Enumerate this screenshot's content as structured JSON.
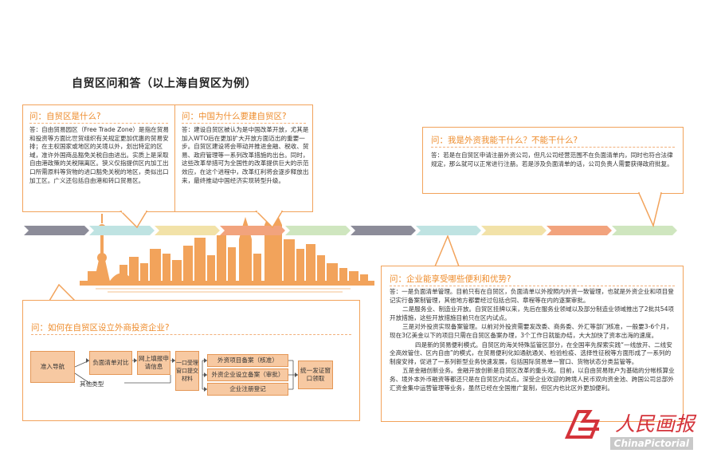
{
  "title": "自贸区问和答（以上海自贸区为例）",
  "q1": {
    "question": "问：自贸区是什么?",
    "answer": "答：自由贸易园区（Free Trade Zone）是指在贸易和投资等方面比世贸组织有关规定更加优惠的贸易安排；在主权国家或地区的关境以外，划出特定的区域，准许外国商品豁免关税自由进出。实质上是采取自由港政策的关税隔离区。狭义仅指提供区内加工出口所需原料等货物的进口豁免关税的地区，类似出口加工区。广义还包括自由港和转口贸易区。"
  },
  "q2": {
    "question": "问：中国为什么要建自贸区?",
    "answer": "答：建设自贸区被认为是中国改革开放，尤其是加入WTO后在更加扩大开放方面迈出的重要一步。自贸区建设将会带动并推进金融、税收、贸易、政府管理等一系列改革措施的出台。同时，这些改革举措可为全国性的改革提供巨大的示范效应，在这个进程中，改革红利将会逐步释放出来，最终推动中国经济实现转型升级。"
  },
  "q3": {
    "question": "问：我是外资我能干什么？不能干什么?",
    "answer": "答：若是在自贸区申请注册外资公司，但凡公司经营范围不在负面清单内，同时也符合法律规定，那么就可以正常进行注册。若是涉及负面清单的话，公司负责人需要获得政府批复。"
  },
  "q4": {
    "question": "问：如何在自贸区设立外商投资企业?"
  },
  "flow": {
    "entry": "准入导航",
    "negative_list": "负面清单对比",
    "other_types": "其他类型",
    "online_fill": "网上填报申请信息",
    "single_window": "一口受理窗口提交材料",
    "foreign_project": "外资项目备案（核准）",
    "foreign_enterprise": "外资企业设立备案（审批）",
    "company_register": "企业注册登记",
    "unified_issue": "统一发证窗口领取"
  },
  "q5": {
    "question": "问：企业能享受哪些便利和优势?",
    "paragraphs": [
      "答：一是负面清单管理。目前只有在自贸区，负面清单以外按照内外资一致管理，也就是外资企业和项目登记实行备案制管理，其他地方都要经过包括合同、章程等在内的逐案审批。",
      "二是服务业、制造业开放。自贸区挂牌以来，先后在服务业领域以及部分制造业领域推出了2批共54项开放措施，这些开放措施目前只在区内试点。",
      "三是对外投资实现备案管理。以前对外投资需要发改委、商务委、外汇等部门核准，一般要3-6个月，现在3亿美金以下的项目只需在自贸区备案办理，3个工作日就能办结，大大加快了资本出海的速度。",
      "四是新的贸易便利模式。自贸区的海关特殊监管区部分，在全国率先探索实践“一线放开、二线安全高效管住、区内自由”的模式，在贸易便利化如通航通关、检验检疫、选择性征税等方面形成了一系列的制度安排，促进了一系列新型业务快速发展，包括国际贸易单一窗口、货物状态分类监管等。",
      "五是金融创新业务。金融开放创新是自贸区改革的重头戏。目前，以自由贸易账户为基础的分帐核算业务、境外本外币融资等都还只是在自贸区内试点。深受企业欢迎的跨境人民币双向资金池、跨国公司总部外汇资金集中运营管理等业务，虽然已经在全国推广复制，但区内也比区外更加便利。"
    ]
  },
  "brand": {
    "cn": "人民画报",
    "en": "ChinaPictorial"
  },
  "colors": {
    "accent": "#ee8c2c",
    "border": "#f2a35b",
    "skyline": "#f2a35b",
    "flow_fill": "#f7c9a2"
  },
  "timeline_colors": [
    "#8c8c99",
    "#bfe3e2",
    "#f2e2a8",
    "#f2a37d",
    "#cfe6bf",
    "#8c8c99",
    "#bfe3e2",
    "#f2e2a8",
    "#f2a37d",
    "#cfe6bf"
  ]
}
